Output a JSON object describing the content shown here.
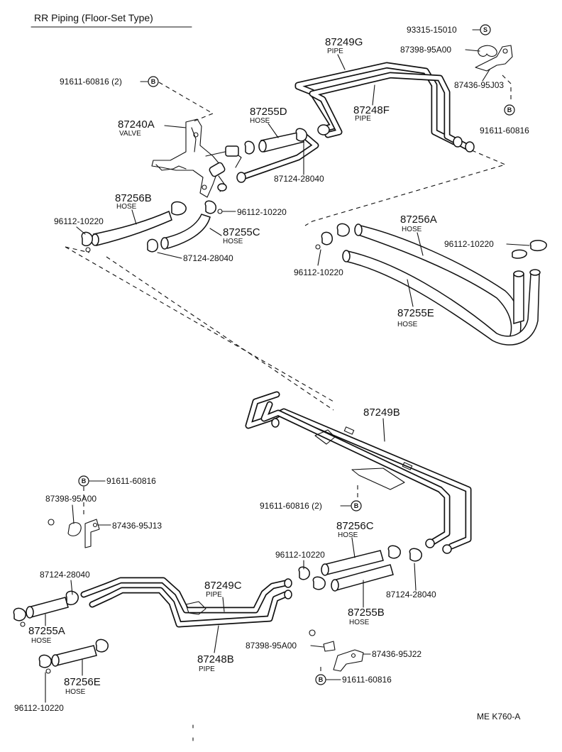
{
  "title": "RR Piping (Floor-Set Type)",
  "footer": {
    "code": "ME  K760-A"
  },
  "symbols": {
    "bolt": "B",
    "screw": "S"
  },
  "labels": {
    "p93315": "93315-15010",
    "p87249g": "87249G",
    "p87249g_sub": "PIPE",
    "p87398_top": "87398-95A00",
    "p87436_j03": "87436-95J03",
    "p91611_tr": "91611-60816",
    "p91611_tl": "91611-60816 (2)",
    "p87248f": "87248F",
    "p87248f_sub": "PIPE",
    "p87240a": "87240A",
    "p87240a_sub": "VALVE",
    "p87255d": "87255D",
    "p87255d_sub": "HOSE",
    "p87124_top": "87124-28040",
    "p87256b": "87256B",
    "p87256b_sub": "HOSE",
    "p96112_top_mid": "96112-10220",
    "p96112_left": "96112-10220",
    "p87255c": "87255C",
    "p87255c_sub": "HOSE",
    "p87124_mid": "87124-28040",
    "p87256a": "87256A",
    "p87256a_sub": "HOSE",
    "p96112_right": "96112-10220",
    "p96112_mid": "96112-10220",
    "p87255e": "87255E",
    "p87255e_sub": "HOSE",
    "p87249b": "87249B",
    "p91611_ml": "91611-60816",
    "p87398_ml": "87398-95A00",
    "p87436_j13": "87436-95J13",
    "p91611_mc": "91611-60816 (2)",
    "p87256c": "87256C",
    "p87256c_sub": "HOSE",
    "p96112_bmid": "96112-10220",
    "p87124_bl": "87124-28040",
    "p87249c": "87249C",
    "p87249c_sub": "PIPE",
    "p87124_br": "87124-28040",
    "p87255b": "87255B",
    "p87255b_sub": "HOSE",
    "p87255a": "87255A",
    "p87255a_sub": "HOSE",
    "p87398_bot": "87398-95A00",
    "p87436_j22": "87436-95J22",
    "p87248b": "87248B",
    "p87248b_sub": "PIPE",
    "p87256e": "87256E",
    "p87256e_sub": "HOSE",
    "p91611_bot": "91611-60816",
    "p96112_bl": "96112-10220"
  }
}
